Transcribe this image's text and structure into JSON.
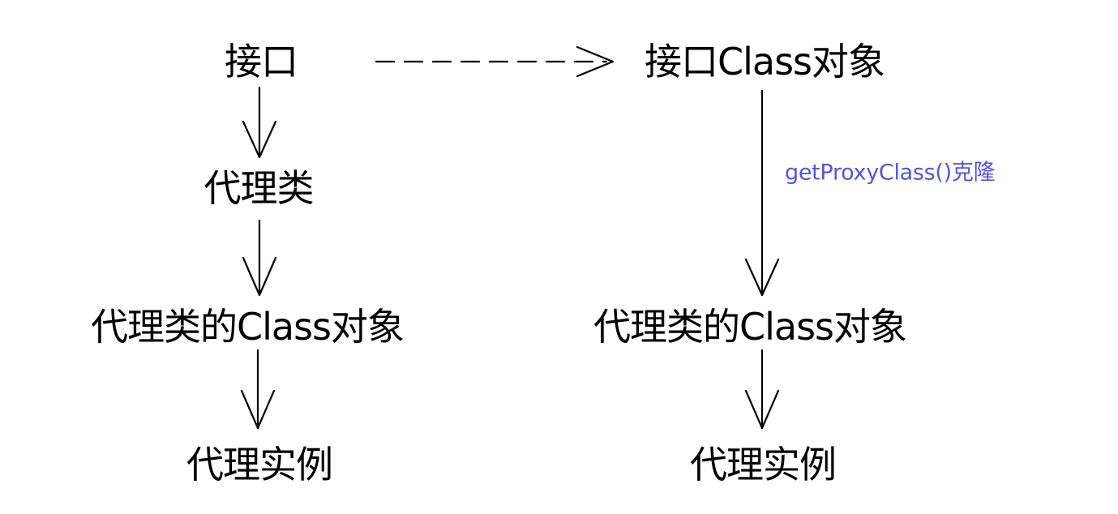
{
  "left_column": {
    "interface": "接口",
    "proxy_class": "代理类",
    "proxy_class_object": "代理类的Class对象",
    "proxy_instance": "代理实例"
  },
  "right_column": {
    "interface_class_object": "接口Class对象",
    "clone_label": "getProxyClass()克隆",
    "proxy_class_object": "代理类的Class对象",
    "proxy_instance": "代理实例"
  },
  "colors": {
    "text": "#000000",
    "arrow": "#000000",
    "annotation": "#5555dd"
  }
}
